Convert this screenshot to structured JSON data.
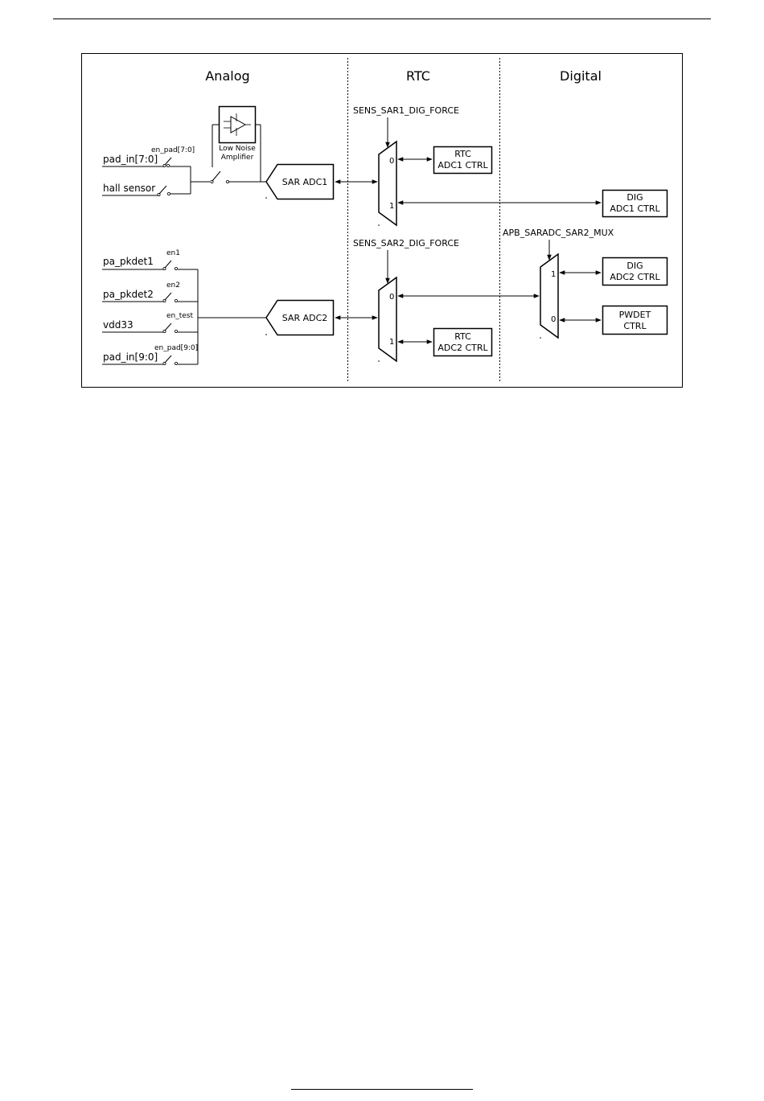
{
  "sections": {
    "analog": "Analog",
    "rtc": "RTC",
    "digital": "Digital"
  },
  "inputs": {
    "pad_in_7_0": "pad_in[7:0]",
    "hall_sensor": "hall sensor",
    "pa_pkdet1": "pa_pkdet1",
    "pa_pkdet2": "pa_pkdet2",
    "vdd33": "vdd33",
    "pad_in_9_0": "pad_in[9:0]"
  },
  "switches": {
    "en_pad_7_0": "en_pad[7:0]",
    "en1": "en1",
    "en2": "en2",
    "en_test": "en_test",
    "en_pad_9_0": "en_pad[9:0]"
  },
  "lna": {
    "line1": "Low Noise",
    "line2": "Amplifier"
  },
  "adc": {
    "sar_adc1": "SAR ADC1",
    "sar_adc2": "SAR ADC2"
  },
  "controls": {
    "sens_sar1_dig_force": "SENS_SAR1_DIG_FORCE",
    "sens_sar2_dig_force": "SENS_SAR2_DIG_FORCE",
    "apb_saradc_sar2_mux": "APB_SARADC_SAR2_MUX"
  },
  "mux_pins": {
    "mux1_top": "0",
    "mux1_bottom": "1",
    "mux2_top": "0",
    "mux2_bottom": "1",
    "mux3_top": "1",
    "mux3_bottom": "0"
  },
  "blocks": {
    "rtc_adc1_l1": "RTC",
    "rtc_adc1_l2": "ADC1 CTRL",
    "dig_adc1_l1": "DIG",
    "dig_adc1_l2": "ADC1 CTRL",
    "dig_adc2_l1": "DIG",
    "dig_adc2_l2": "ADC2 CTRL",
    "pwdet_l1": "PWDET",
    "pwdet_l2": "CTRL",
    "rtc_adc2_l1": "RTC",
    "rtc_adc2_l2": "ADC2 CTRL"
  }
}
